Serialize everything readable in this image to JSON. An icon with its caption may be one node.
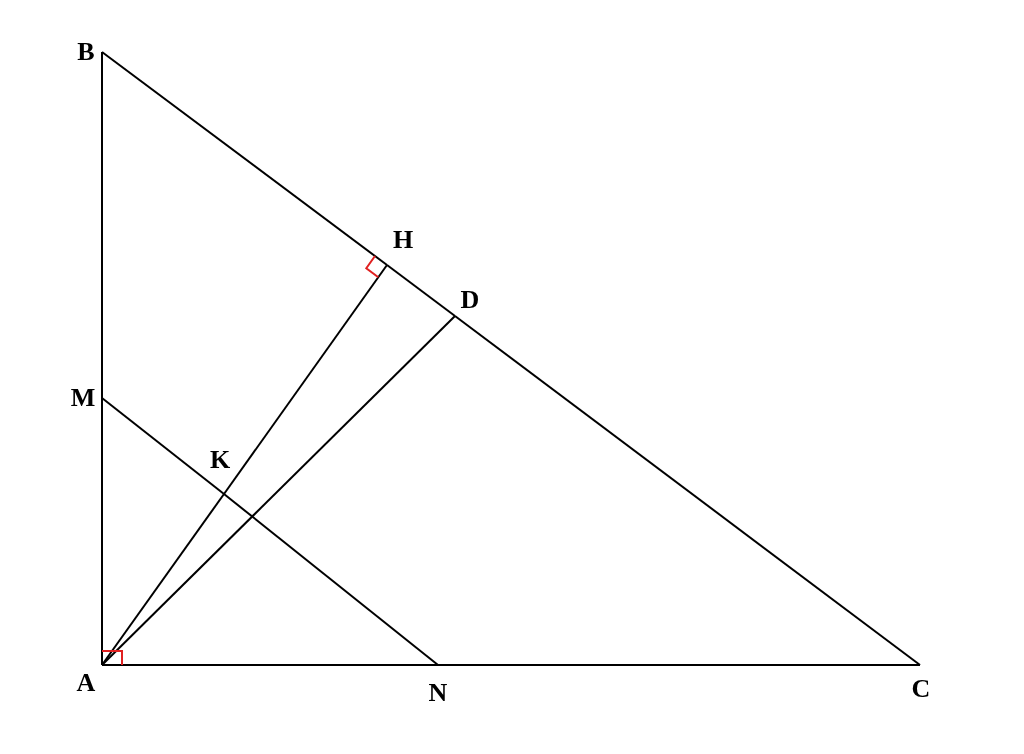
{
  "diagram": {
    "nodes": [
      {
        "text": [
          "B"
        ]
      },
      {
        "text": [
          "H"
        ]
      },
      {
        "text": [
          "D"
        ]
      },
      {
        "text": [
          "M"
        ]
      },
      {
        "text": [
          "K"
        ]
      },
      {
        "text": [
          "A"
        ]
      },
      {
        "text": [
          "N"
        ]
      },
      {
        "text": [
          "C"
        ]
      }
    ],
    "edges": [
      {
        "from": 0,
        "to": 3,
        "arrow": "none"
      },
      {
        "from": 3,
        "to": 5,
        "arrow": "none"
      },
      {
        "from": 0,
        "to": 1,
        "arrow": "none"
      },
      {
        "from": 1,
        "to": 2,
        "arrow": "none"
      },
      {
        "from": 2,
        "to": 7,
        "arrow": "none"
      },
      {
        "from": 5,
        "to": 6,
        "arrow": "none"
      },
      {
        "from": 6,
        "to": 7,
        "arrow": "none"
      },
      {
        "from": 5,
        "to": 4,
        "arrow": "none"
      },
      {
        "from": 4,
        "to": 1,
        "arrow": "none"
      },
      {
        "from": 5,
        "to": 2,
        "arrow": "none"
      },
      {
        "from": 3,
        "to": 4,
        "arrow": "none"
      },
      {
        "from": 4,
        "to": 6,
        "arrow": "none"
      }
    ]
  }
}
